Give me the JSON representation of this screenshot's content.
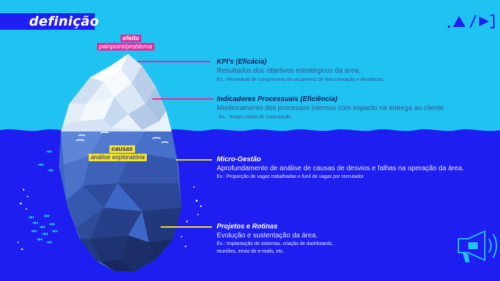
{
  "slide": {
    "title": "definição",
    "colors": {
      "sky": "#1fc3f2",
      "sea": "#1e1ef0",
      "accent_pink": "#e8279b",
      "accent_yellow": "#f5e528"
    }
  },
  "iceberg": {
    "top_tag": {
      "line1": "efeito",
      "line2": "painpoint/problema"
    },
    "bottom_tag": {
      "line1": "causas",
      "line2": "análise exploratória"
    }
  },
  "levels": [
    {
      "title": "KPI's (Eficácia)",
      "desc": "Resultados dos objetivos estratégicos da área.",
      "ex": [
        "Ex.: Percentual de cumprimento do orçamento de Remuneração e Benefícios."
      ]
    },
    {
      "title": "Indicadores Processuais (Eficiência)",
      "desc": "Monitoramento dos processos internos com impacto na entrega ao cliente.",
      "ex": [
        "Ex.: Tempo médio de contratação."
      ]
    },
    {
      "title": "Micro-Gestão",
      "desc": "Aprofundamento de análise de causas de desvios e falhas na operação da área.",
      "ex": [
        "Ex.: Proporção de vagas trabalhadas e funil de vagas por recrutador."
      ]
    },
    {
      "title": "Projetos e Rotinas",
      "desc": "Evolução e sustentação da área.",
      "ex": [
        "Ex.: Implantação de sistemas, criação de dashboards,",
        "reuniões, envio de e-mails, etc."
      ]
    }
  ],
  "icons": {
    "logo": "play-triangle-logo-icon",
    "megaphone": "megaphone-icon",
    "fish": "fish-school-icon"
  }
}
